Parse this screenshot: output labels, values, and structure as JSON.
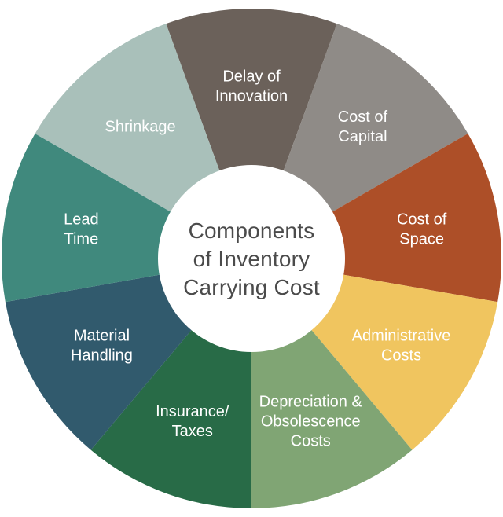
{
  "chart_data": {
    "type": "pie",
    "donut": true,
    "title": "Components of Inventory Carrying Cost",
    "title_lines": [
      "Components",
      "of Inventory",
      "Carrying Cost"
    ],
    "legend_position": "none",
    "start_angle_deg": -20,
    "segments": [
      {
        "label": "Delay of Innovation",
        "label_lines": [
          "Delay of",
          "Innovation"
        ],
        "value": 1,
        "color": "#6b615a"
      },
      {
        "label": "Cost of Capital",
        "label_lines": [
          "Cost of",
          "Capital"
        ],
        "value": 1,
        "color": "#8f8b87"
      },
      {
        "label": "Cost of Space",
        "label_lines": [
          "Cost of",
          "Space"
        ],
        "value": 1,
        "color": "#ad4f28"
      },
      {
        "label": "Administrative Costs",
        "label_lines": [
          "Administrative",
          "Costs"
        ],
        "value": 1,
        "color": "#f0c55f"
      },
      {
        "label": "Depreciation & Obsolescence Costs",
        "label_lines": [
          "Depreciation &",
          "Obsolescence",
          "Costs"
        ],
        "value": 1,
        "color": "#80a574"
      },
      {
        "label": "Insurance/Taxes",
        "label_lines": [
          "Insurance/",
          "Taxes"
        ],
        "value": 1,
        "color": "#286b47"
      },
      {
        "label": "Material Handling",
        "label_lines": [
          "Material",
          "Handling"
        ],
        "value": 1,
        "color": "#315a6d"
      },
      {
        "label": "Lead Time",
        "label_lines": [
          "Lead",
          "Time"
        ],
        "value": 1,
        "color": "#40897d"
      },
      {
        "label": "Shrinkage",
        "label_lines": [
          "Shrinkage"
        ],
        "value": 1,
        "color": "#a9c0ba"
      }
    ],
    "colors": {
      "background": "#ffffff",
      "hole": "#ffffff",
      "segment_label_text": "#ffffff",
      "title_text": "#4b4b4b"
    },
    "geometry_note": "9 equal 40-degree donut segments, labels inside segments, title in center hole"
  }
}
